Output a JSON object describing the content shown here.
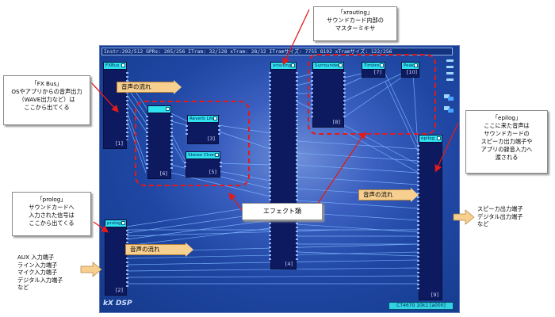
{
  "window": {
    "status_bar": "Instr:292/512 GPRs: 205/256 ITram: 32/128 xTram: 28/32 ITramサイズ: 7755 8192 xTramサイズ: 122/256",
    "logo": "kX DSP",
    "board_id": "CT4670 10k1 [a000]"
  },
  "modules": {
    "fxbus": {
      "name": "FXBus",
      "num": "[1]"
    },
    "block6": {
      "name": "",
      "num": "[6]"
    },
    "reverb": {
      "name": "Reverb Lite",
      "num": "[3]"
    },
    "chorus": {
      "name": "Stereo Chorus",
      "num": "[5]"
    },
    "xrouting": {
      "name": "xrouting",
      "num": "[4]"
    },
    "surround": {
      "name": "Surrounder+",
      "num": "[8]"
    },
    "timbre": {
      "name": "Timbre",
      "num": "[7]"
    },
    "peak": {
      "name": "Peak",
      "num": "[10]"
    },
    "epilog": {
      "name": "epilog",
      "num": "[9]"
    },
    "prolog": {
      "name": "prolog",
      "num": "[2]"
    }
  },
  "callouts": {
    "xrouting": {
      "title": "「xrouting」",
      "l1": "サウンドカード内部の",
      "l2": "マスターミキサ"
    },
    "fxbus": {
      "title": "「FX Bus」",
      "l1": "OSやアプリからの音声出力",
      "l2": "（WAVE出力など）は",
      "l3": "ここから出てくる"
    },
    "epilog": {
      "title": "「epilog」",
      "l1": "ここに来た音声は",
      "l2": "サウンドカードの",
      "l3": "スピーカ出力端子や",
      "l4": "アプリの録音入力へ",
      "l5": "渡される"
    },
    "prolog": {
      "title": "「prolog」",
      "l1": "サウンドカードへ",
      "l2": "入力された信号は",
      "l3": "ここから出てくる"
    },
    "effects": {
      "label": "エフェクト類"
    }
  },
  "flows": {
    "upper": "音声の流れ",
    "lower": "音声の流れ",
    "right": "音声の流れ"
  },
  "inputs": {
    "l1": "AUX 入力端子",
    "l2": "ライン入力端子",
    "l3": "マイク入力端子",
    "l4": "デジタル入力端子",
    "l5": "など"
  },
  "outputs": {
    "l1": "スピーカ出力端子",
    "l2": "デジタル出力端子",
    "l3": "など"
  },
  "colors": {
    "window_bg": "#1f47a3",
    "module_bg": "#0e1a5f",
    "header": "#2fe0ef",
    "wire": "#7fb5ff",
    "callout_red": "#e41a1a",
    "flow_arrow": "#f7cf8f"
  }
}
